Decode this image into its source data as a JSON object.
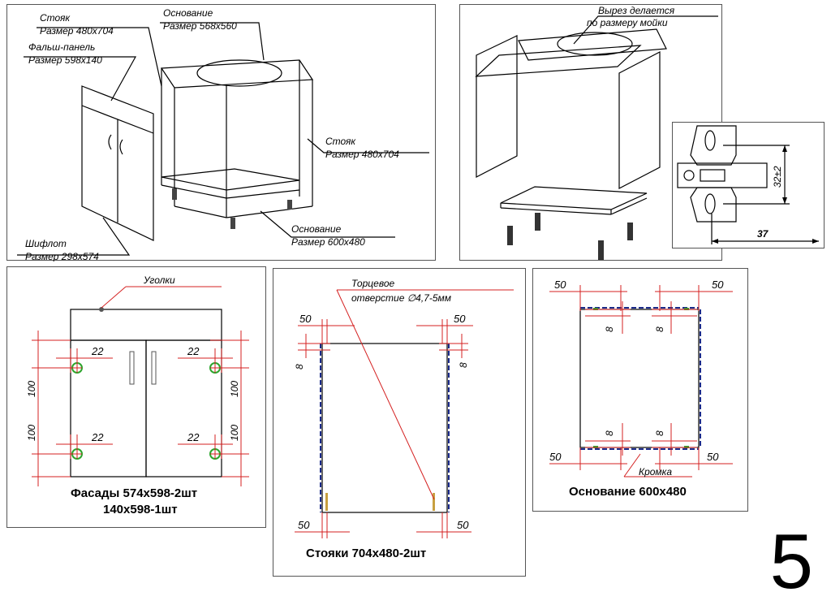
{
  "page_number": "5",
  "assembly": {
    "label_post": "Стояк",
    "label_post_size": "Размер  480х704",
    "label_top": "Основание",
    "label_top_size": "Размер  568х560",
    "label_false_panel": "Фальш-панель",
    "label_false_panel_size": "Размер  598х140",
    "label_post_right": "Стояк",
    "label_post_right_size": "Размер  480х704",
    "label_base": "Основание",
    "label_base_size": "Размер  600х480",
    "label_door": "Шифлот",
    "label_door_size": "Размер  298х574"
  },
  "exploded": {
    "cut_note_line1": "Вырез делается",
    "cut_note_line2": "по размеру мойки"
  },
  "hinge": {
    "dim_vertical": "32±2",
    "dim_horizontal": "37"
  },
  "facades": {
    "label_corners": "Уголки",
    "dim_22_a": "22",
    "dim_22_b": "22",
    "dim_22_c": "22",
    "dim_22_d": "22",
    "dim_100_a": "100",
    "dim_100_b": "100",
    "dim_100_c": "100",
    "dim_100_d": "100",
    "caption_line1": "Фасады 574х598-2шт",
    "caption_line2": "140х598-1шт"
  },
  "posts": {
    "hole_note_line1": "Торцевое",
    "hole_note_line2": "отверстие  ∅4,7-5мм",
    "dim_50_tl": "50",
    "dim_50_tr": "50",
    "dim_50_bl": "50",
    "dim_50_br": "50",
    "dim_8_l": "8",
    "dim_8_r": "8",
    "caption": "Стояки 704х480-2шт"
  },
  "base": {
    "dim_50_tl": "50",
    "dim_50_tr": "50",
    "dim_50_bl": "50",
    "dim_50_br": "50",
    "dim_8_tl": "8",
    "dim_8_tr": "8",
    "dim_8_bl": "8",
    "dim_8_br": "8",
    "edge_label": "Кромка",
    "caption": "Основание 600х480"
  }
}
